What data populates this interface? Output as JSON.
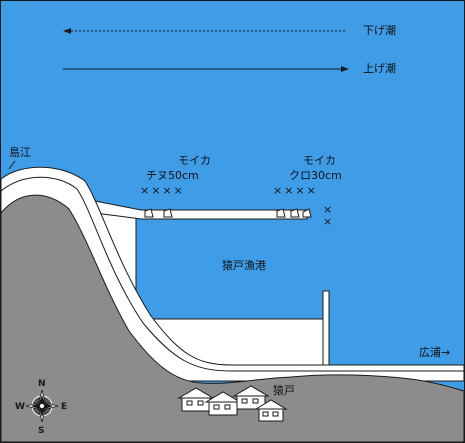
{
  "tides": {
    "falling": "下げ潮",
    "rising": "上げ潮"
  },
  "places": {
    "island_river": "島江",
    "harbor": "猿戸漁港",
    "village": "猿戸",
    "hiroura": "広浦→"
  },
  "spots": {
    "left_weed": "モイカ",
    "left_fish": "チヌ50cm",
    "right_weed": "モイカ",
    "right_fish": "クロ30cm",
    "left_marks": "××××",
    "right_marks": "××××",
    "end_mark_1": "×",
    "end_mark_2": "×"
  },
  "compass": {
    "n": "N",
    "s": "S",
    "e": "E",
    "w": "W"
  },
  "colors": {
    "sea": "#3f9de8",
    "land": "#8c8c8c",
    "road": "#ffffff",
    "outline": "#1a1a1a"
  }
}
